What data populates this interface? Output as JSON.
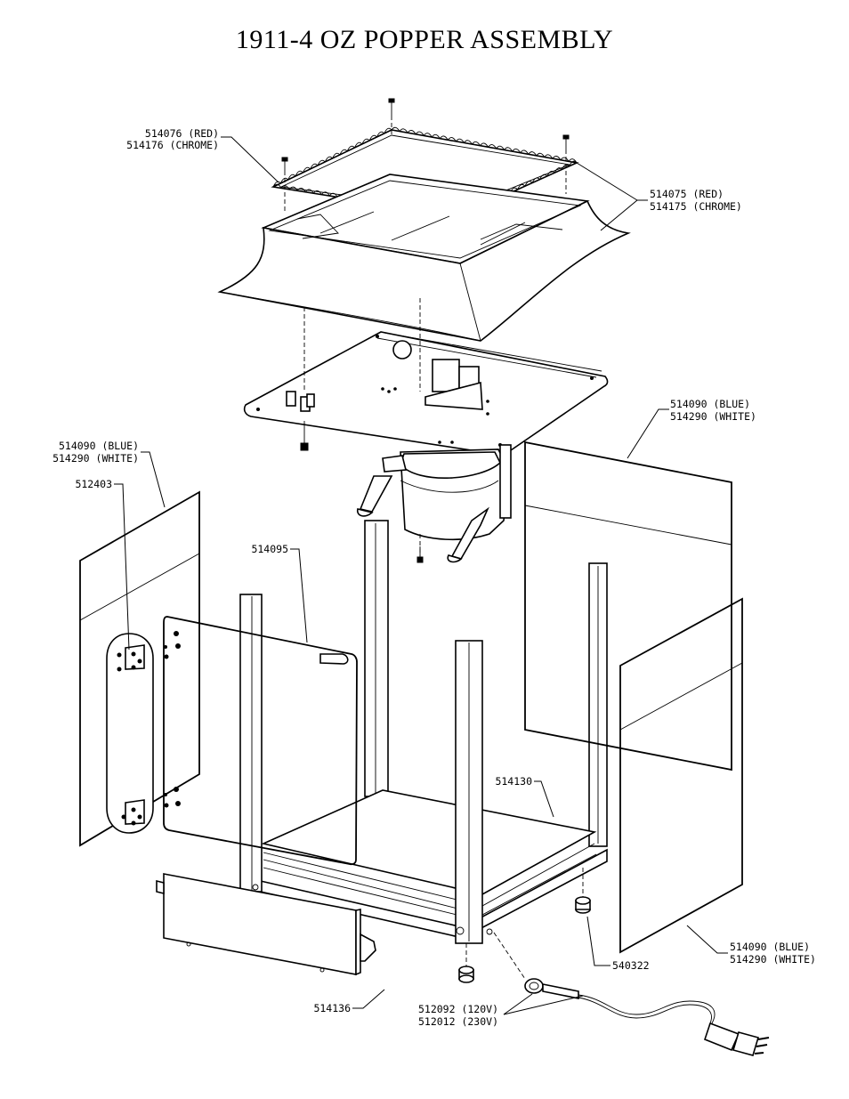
{
  "title": "1911-4 OZ POPPER ASSEMBLY",
  "labels": {
    "dome_trim_a": "514076 (RED)",
    "dome_trim_b": "514176 (CHROME)",
    "dome_a": "514075 (RED)",
    "dome_b": "514175 (CHROME)",
    "panel_right_top_a": "514090 (BLUE)",
    "panel_right_top_b": "514290 (WHITE)",
    "panel_left_a": "514090 (BLUE)",
    "panel_left_b": "514290 (WHITE)",
    "hinge": "512403",
    "door": "514095",
    "deck": "514130",
    "foot": "540322",
    "panel_right_bottom_a": "514090 (BLUE)",
    "panel_right_bottom_b": "514290 (WHITE)",
    "control_box": "514136",
    "cord_a": "512092 (120V)",
    "cord_b": "512012 (230V)"
  }
}
